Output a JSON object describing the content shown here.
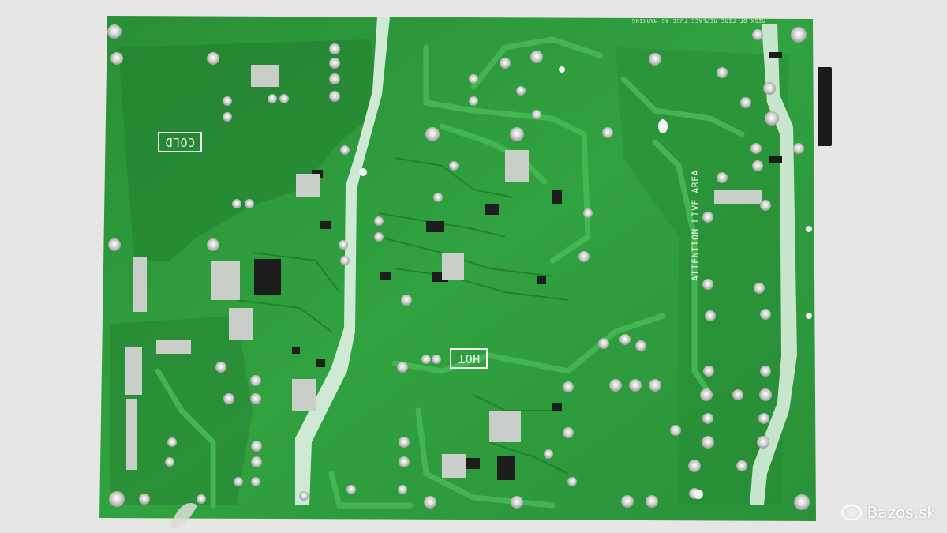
{
  "photo": {
    "subject": "printed circuit board",
    "board_labels": {
      "cold": "COLD",
      "hot": "HOT",
      "attention": "ATTENTION LIVE AREA",
      "fuse_note": "RISK OF FIRE-REPLACE FUSE AS MARKING"
    },
    "watermark": "Bazos.sk",
    "colors": {
      "board": "#2f9a3c",
      "board_dark": "#1f7a2e",
      "board_light": "#45b653",
      "background": "#e6e6e4",
      "silkscreen": "#f0f4ee"
    }
  }
}
